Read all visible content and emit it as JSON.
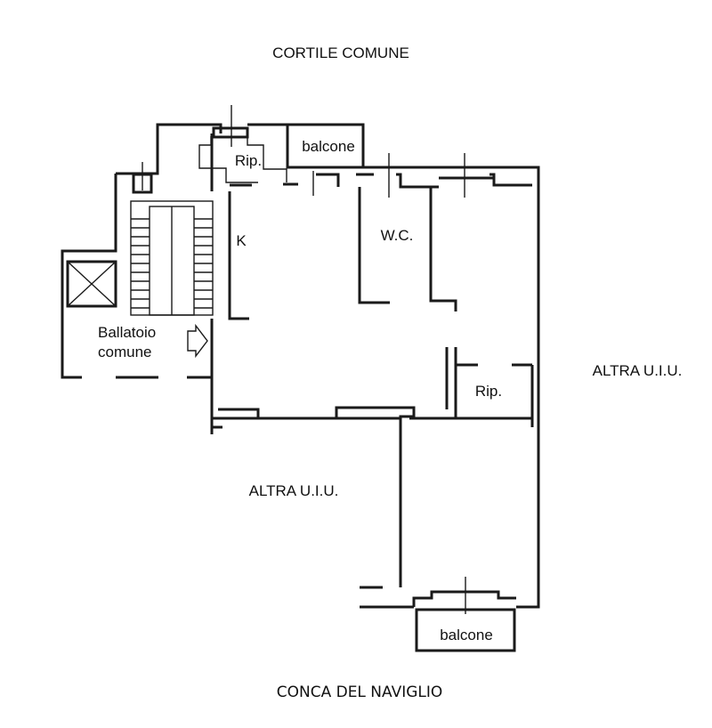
{
  "labels": {
    "north": "CORTILE COMUNE",
    "south": "CONCA DEL NAVIGLIO",
    "east_unit": "ALTRA U.I.U.",
    "west_unit": "ALTRA U.I.U.",
    "balcony_top": "balcone",
    "balcony_bottom": "balcone",
    "storage_top": "Rip.",
    "storage_right": "Rip.",
    "kitchen": "K",
    "wc": "W.C.",
    "gallery_line1": "Ballatoio",
    "gallery_line2": "comune"
  }
}
